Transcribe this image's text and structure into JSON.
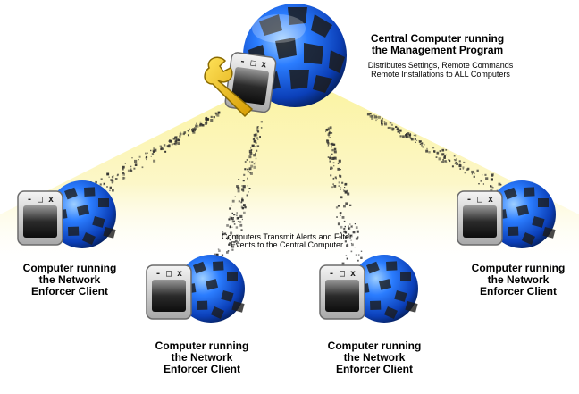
{
  "central": {
    "title": "Central Computer running\nthe Management Program",
    "description": "Distributes Settings, Remote Commands\nRemote Installations to ALL Computers",
    "window_glyph": "- □ x",
    "icon": "globe-with-wrench-window"
  },
  "transmit_label": "Computers Transmit Alerts and Filter\nEvents to the Central Computer",
  "clients": [
    {
      "label": "Computer running\nthe Network\nEnforcer Client",
      "window_glyph": "- □ x"
    },
    {
      "label": "Computer running\nthe Network\nEnforcer Client",
      "window_glyph": "- □ x"
    },
    {
      "label": "Computer running\nthe Network\nEnforcer Client",
      "window_glyph": "- □ x"
    },
    {
      "label": "Computer running\nthe Network\nEnforcer Client",
      "window_glyph": "- □ x"
    }
  ],
  "colors": {
    "beam": "#f7ef9a",
    "globe_blue": "#1a6cff",
    "globe_dark": "#1a1a1a",
    "wrench_yellow": "#f5c400",
    "particles": "#2a2a2a"
  }
}
